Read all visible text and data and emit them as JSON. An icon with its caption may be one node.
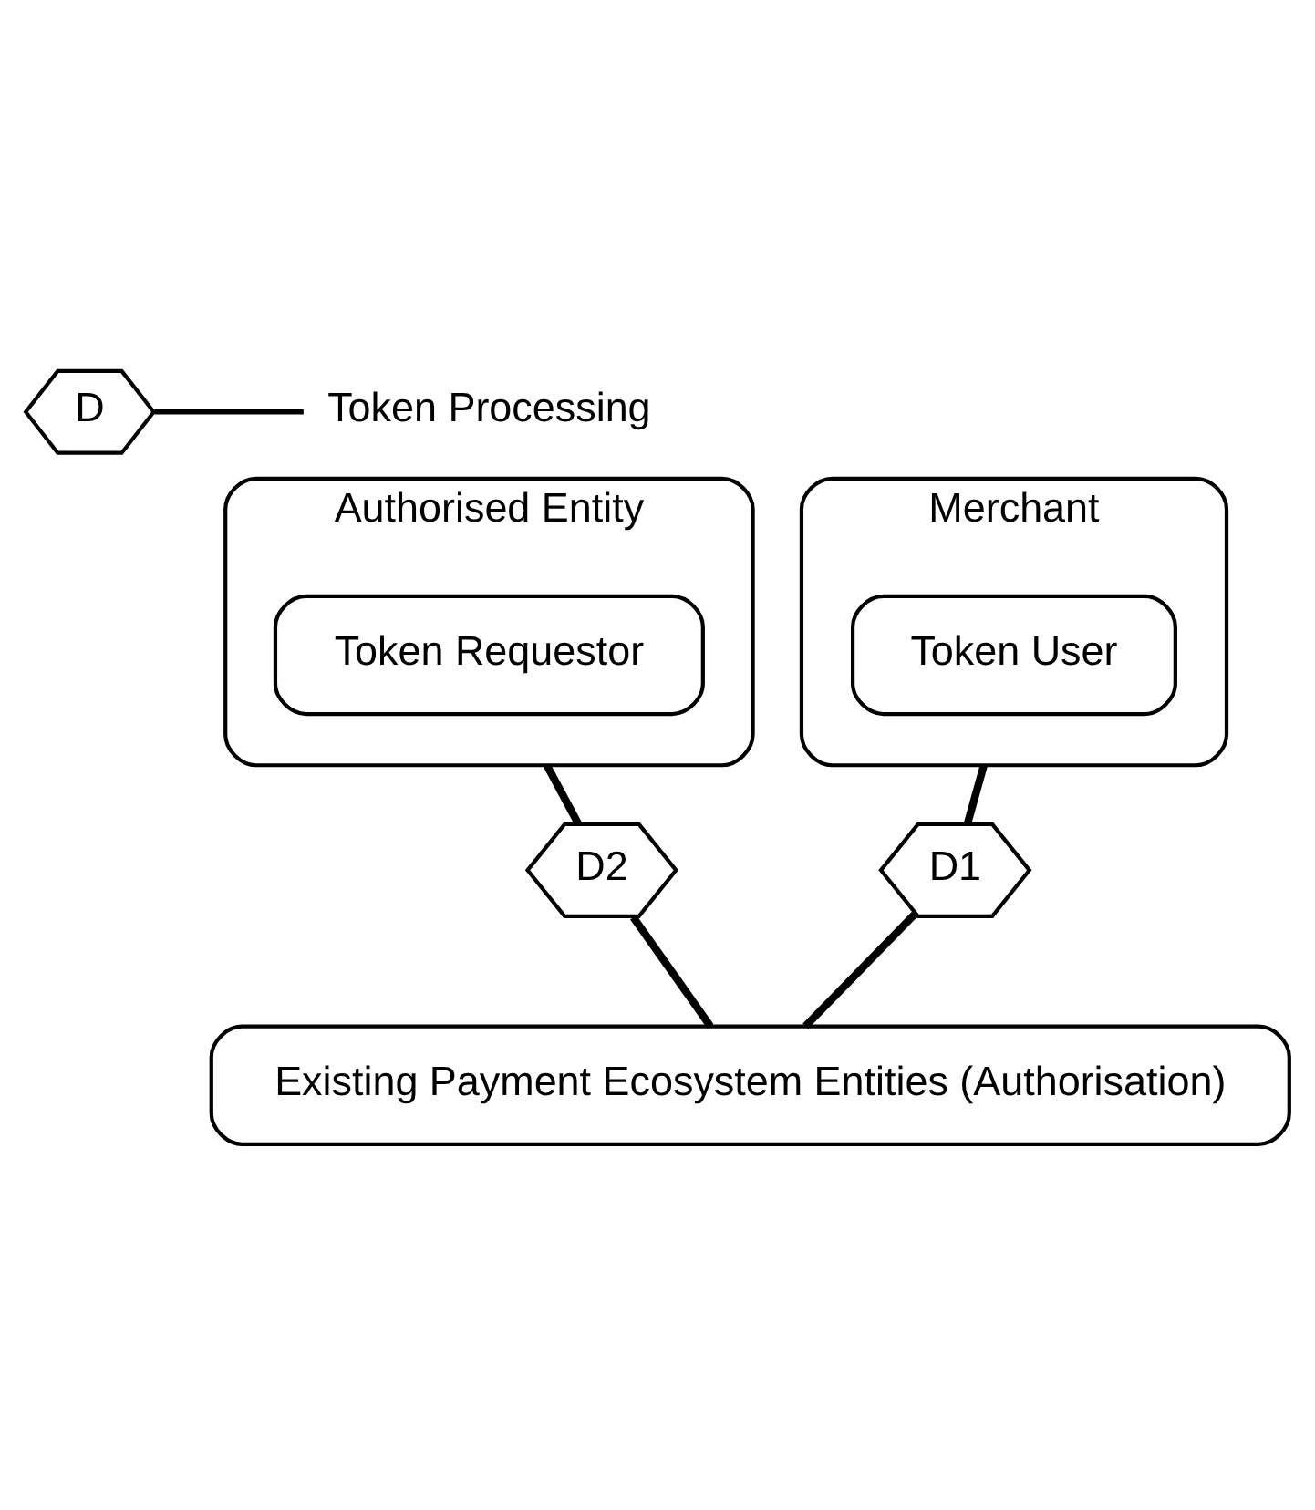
{
  "diagram": {
    "nodes": [
      {
        "text": [
          "Merchant"
        ]
      },
      {
        "text": [
          "Token User"
        ],
        "in": 0
      },
      {
        "text": [
          "Authorised Entity"
        ]
      },
      {
        "text": [
          "Token Requestor"
        ],
        "in": 2
      },
      {
        "text": [
          "D2"
        ]
      },
      {
        "text": [
          "Existing Payment Ecosystem Entities (Authorisation)"
        ]
      },
      {
        "text": [
          "D1"
        ]
      }
    ],
    "edges": [
      {
        "from": 0,
        "to": 6,
        "arrow": "none"
      },
      {
        "from": 6,
        "to": 5,
        "arrow": "none"
      },
      {
        "from": 2,
        "to": 4,
        "arrow": "none"
      },
      {
        "from": 4,
        "to": 5,
        "arrow": "none"
      }
    ],
    "labels": [
      "D"
    ],
    "legend": [
      {
        "text": "Token Processing"
      }
    ]
  }
}
